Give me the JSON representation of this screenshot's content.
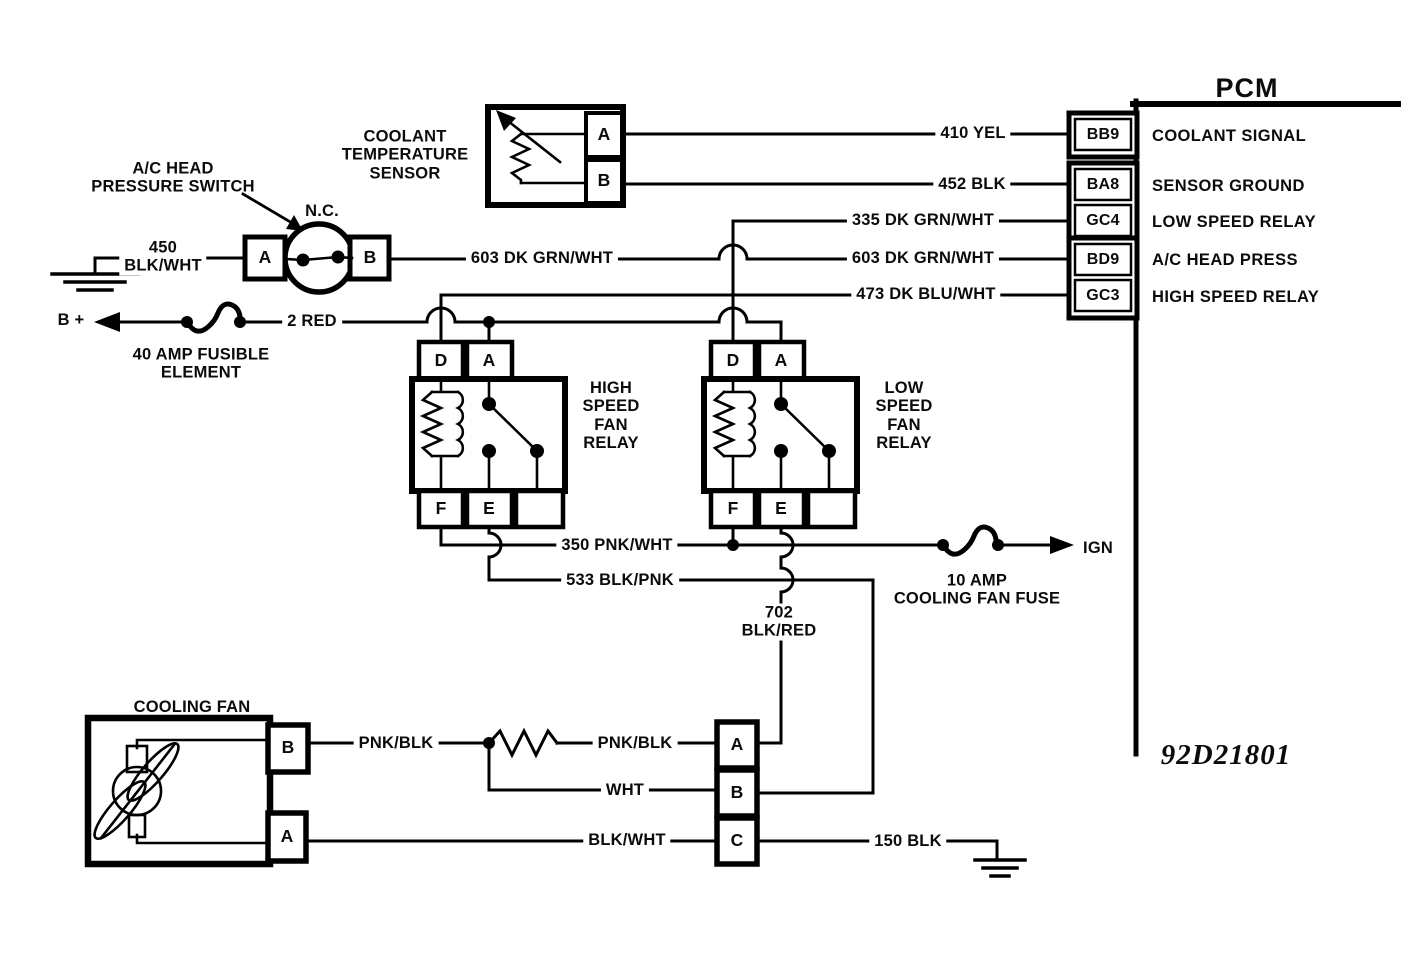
{
  "pcm": {
    "title": "PCM",
    "pins": [
      {
        "id": "BB9",
        "label": "COOLANT SIGNAL"
      },
      {
        "id": "BA8",
        "label": "SENSOR GROUND"
      },
      {
        "id": "GC4",
        "label": "LOW SPEED RELAY"
      },
      {
        "id": "BD9",
        "label": "A/C HEAD PRESS"
      },
      {
        "id": "GC3",
        "label": "HIGH SPEED RELAY"
      }
    ]
  },
  "sensor": {
    "label": "COOLANT\nTEMPERATURE\nSENSOR",
    "pin_a": "A",
    "pin_b": "B",
    "signal_wire": "410 YEL",
    "ground_wire": "452 BLK"
  },
  "ac_switch": {
    "label": "A/C HEAD\nPRESSURE SWITCH",
    "state": "N.C.",
    "pin_a": "A",
    "pin_b": "B",
    "ground_wire": "450\nBLK/WHT"
  },
  "power": {
    "bplus": "B +",
    "feed_wire": "2 RED",
    "fusible_element": "40 AMP FUSIBLE\nELEMENT",
    "ign": "IGN",
    "fuse": "10 AMP\nCOOLING FAN FUSE"
  },
  "wires": {
    "w335": "335 DK GRN/WHT",
    "w603": "603 DK GRN/WHT",
    "w473": "473 DK BLU/WHT",
    "w350": "350 PNK/WHT",
    "w533": "533 BLK/PNK",
    "w702": "702\nBLK/RED",
    "w150": "150 BLK",
    "pnk_blk": "PNK/BLK",
    "wht": "WHT",
    "blk_wht": "BLK/WHT"
  },
  "relays": {
    "high": {
      "label": "HIGH\nSPEED\nFAN\nRELAY",
      "pin_d": "D",
      "pin_a": "A",
      "pin_f": "F",
      "pin_e": "E"
    },
    "low": {
      "label": "LOW\nSPEED\nFAN\nRELAY",
      "pin_d": "D",
      "pin_a": "A",
      "pin_f": "F",
      "pin_e": "E"
    }
  },
  "fan": {
    "label": "COOLING FAN",
    "pin_b": "B",
    "pin_a": "A"
  },
  "connector": {
    "pin_a": "A",
    "pin_b": "B",
    "pin_c": "C"
  },
  "figure_number": "92D21801"
}
